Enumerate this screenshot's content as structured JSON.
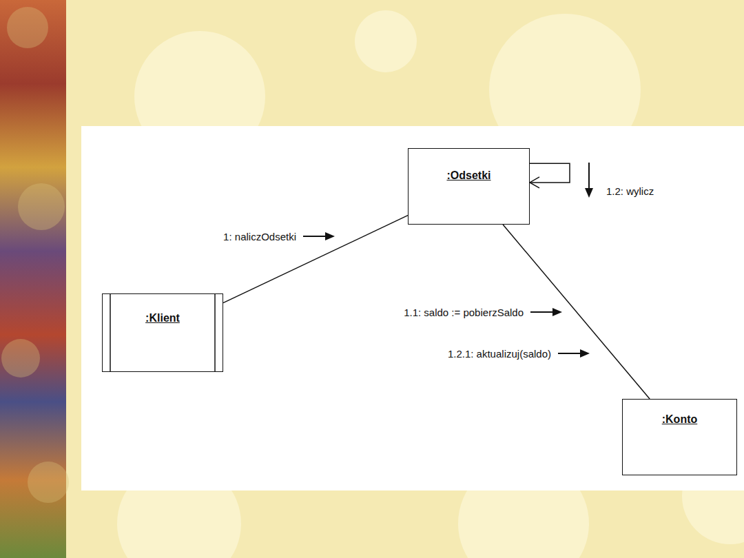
{
  "diagram": {
    "nodes": [
      {
        "text": [
          ":Odsetki"
        ]
      },
      {
        "text": [
          ":Klient"
        ]
      },
      {
        "text": [
          ":Konto"
        ]
      }
    ],
    "edges": [
      {
        "from": 1,
        "to": 0,
        "arrow": "none",
        "label": "1: naliczOdsetki"
      },
      {
        "from": 0,
        "to": 0,
        "arrow": "to",
        "label": "1.2: wylicz"
      },
      {
        "from": 0,
        "to": 2,
        "arrow": "none",
        "label": "1.1: saldo := pobierzSaldo"
      }
    ],
    "labels": [
      "1.2.1: aktualizuj(saldo)"
    ]
  }
}
